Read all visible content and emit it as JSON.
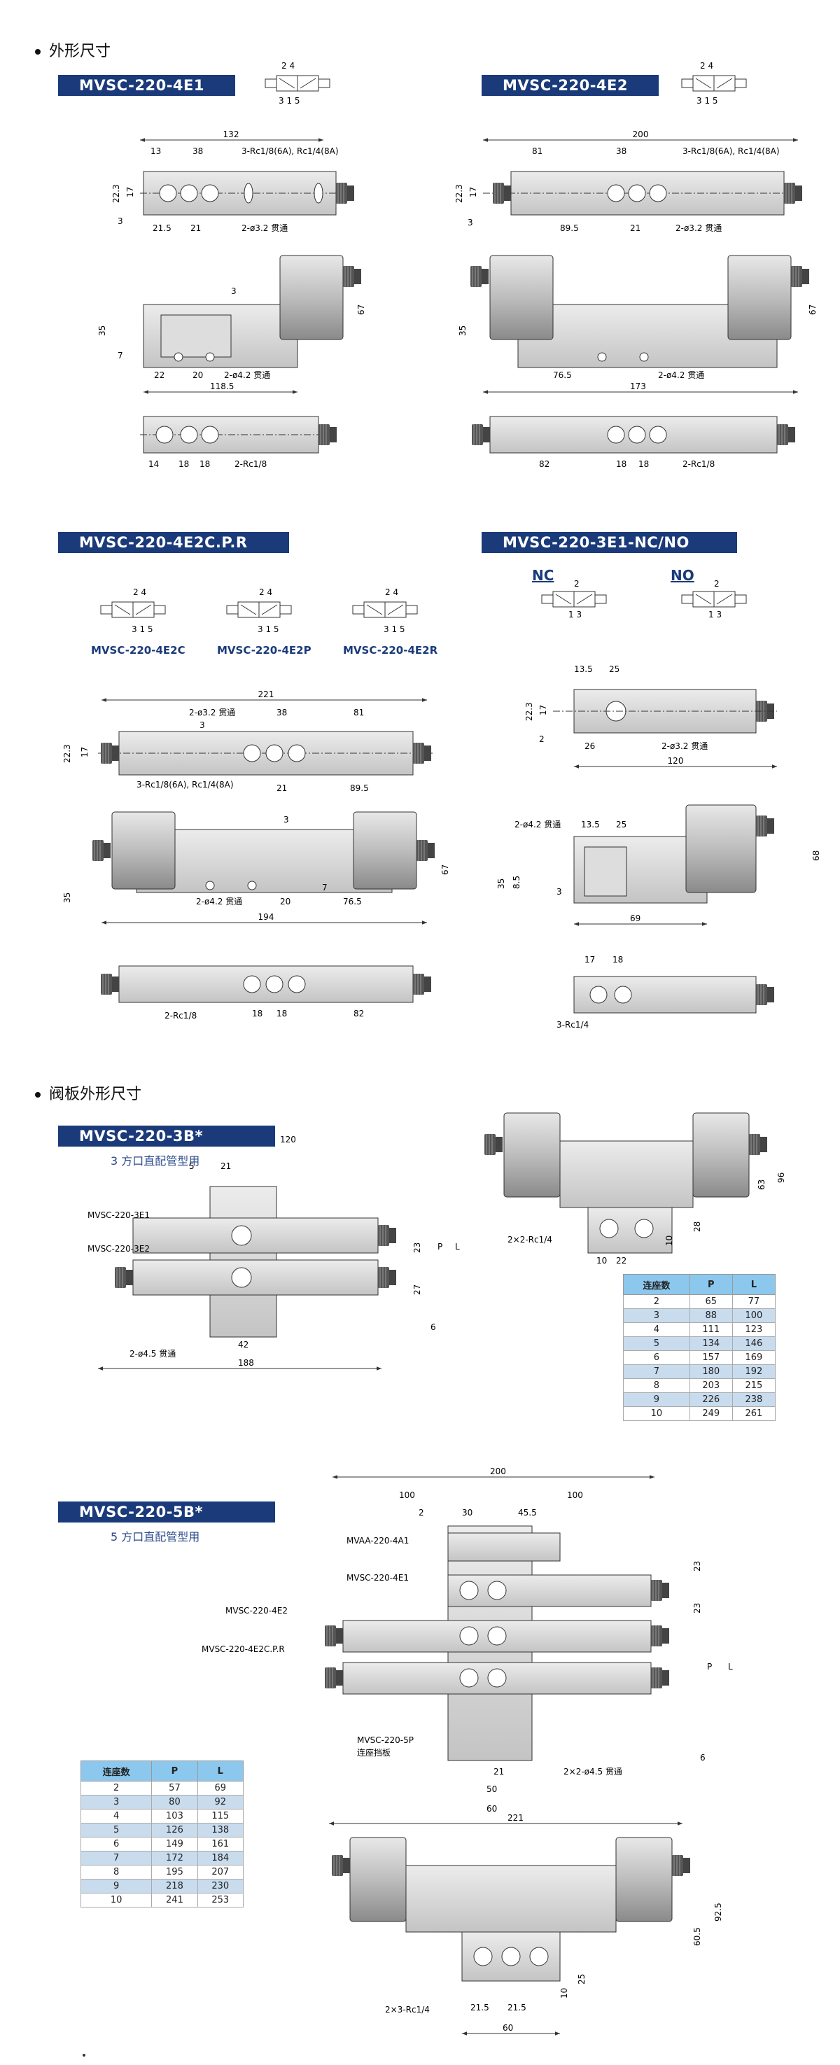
{
  "sections": {
    "outline": "外形尺寸",
    "manifold": "阀板外形尺寸"
  },
  "models": {
    "a": "MVSC-220-4E1",
    "b": "MVSC-220-4E2",
    "c": "MVSC-220-4E2C.P.R",
    "d": "MVSC-220-3E1-NC/NO",
    "c1": "MVSC-220-4E2C",
    "c2": "MVSC-220-4E2P",
    "c3": "MVSC-220-4E2R",
    "nc": "NC",
    "no": "NO",
    "m3": "MVSC-220-3B*",
    "m3sub": "3 方口直配管型用",
    "m5": "MVSC-220-5B*",
    "m5sub": "5 方口直配管型用"
  },
  "dims": {
    "a": {
      "d132": "132",
      "d13": "13",
      "d38": "38",
      "note": "3-Rc1/8(6A), Rc1/4(8A)",
      "d22_3": "22.3",
      "d17": "17",
      "d3": "3",
      "d21_5": "21.5",
      "d21": "21",
      "hole": "2-ø3.2 贯通",
      "d35": "35",
      "d67": "67",
      "d7": "7",
      "s3": "3",
      "d22": "22",
      "d20": "20",
      "hole2": "2-ø4.2 贯通",
      "d118_5": "118.5",
      "d14": "14",
      "d18a": "18",
      "d18b": "18",
      "port": "2-Rc1/8"
    },
    "b": {
      "d200": "200",
      "d81": "81",
      "d38": "38",
      "note": "3-Rc1/8(6A), Rc1/4(8A)",
      "d22_3": "22.3",
      "d17": "17",
      "d3": "3",
      "d89_5": "89.5",
      "d21": "21",
      "hole": "2-ø3.2 贯通",
      "d35": "35",
      "d67": "67",
      "d76_5": "76.5",
      "hole2": "2-ø4.2 贯通",
      "d173": "173",
      "d82": "82",
      "d18a": "18",
      "d18b": "18",
      "port": "2-Rc1/8"
    },
    "c": {
      "d221": "221",
      "hole": "2-ø3.2 贯通",
      "d38": "38",
      "d81": "81",
      "s3": "3",
      "d22_3": "22.3",
      "d17": "17",
      "note": "3-Rc1/8(6A), Rc1/4(8A)",
      "d21": "21",
      "d89_5": "89.5",
      "d35": "35",
      "d67": "67",
      "s3b": "3",
      "hole2": "2-ø4.2 贯通",
      "d20": "20",
      "d7": "7",
      "d76_5": "76.5",
      "d194": "194",
      "port": "2-Rc1/8",
      "d18a": "18",
      "d18b": "18",
      "d82": "82"
    },
    "d": {
      "d13_5": "13.5",
      "d25": "25",
      "d22_3": "22.3",
      "d17": "17",
      "d2": "2",
      "d26": "26",
      "hole": "2-ø3.2 贯通",
      "d120": "120",
      "hole2": "2-ø4.2 贯通",
      "d13_5b": "13.5",
      "d25b": "25",
      "d35": "35",
      "d8_5": "8.5",
      "d3": "3",
      "d69": "69",
      "d68": "68",
      "d17b": "17",
      "d18": "18",
      "port": "3-Rc1/4"
    },
    "m3": {
      "d120": "120",
      "d5": "5",
      "d21": "21",
      "v1": "MVSC-220-3E1",
      "v2": "MVSC-220-3E2",
      "d23": "23",
      "p": "P",
      "l": "L",
      "d27": "27",
      "d6": "6",
      "hole": "2-ø4.5 贯通",
      "d42": "42",
      "d188": "188",
      "d96": "96",
      "d63": "63",
      "d28": "28",
      "port": "2×2-Rc1/4",
      "d10": "10",
      "d10b": "10",
      "d22": "22"
    },
    "m5": {
      "d200": "200",
      "d100a": "100",
      "d100b": "100",
      "d2": "2",
      "d30": "30",
      "d45_5": "45.5",
      "v0": "MVAA-220-4A1",
      "v1": "MVSC-220-4E1",
      "v2": "MVSC-220-4E2",
      "v3": "MVSC-220-4E2C.P.R",
      "d23a": "23",
      "d23b": "23",
      "p": "P",
      "l": "L",
      "d6": "6",
      "plate": "MVSC-220-5P",
      "plate2": "连座挡板",
      "d21": "21",
      "hole": "2×2-ø4.5 贯通",
      "d50": "50",
      "d60": "60",
      "d221": "221",
      "d92_5": "92.5",
      "d60_5": "60.5",
      "d25": "25",
      "d10": "10",
      "port": "2×3-Rc1/4",
      "d21_5a": "21.5",
      "d21_5b": "21.5",
      "d60b": "60"
    }
  },
  "symbols": {
    "p24": "2  4",
    "p315": "3 1 5",
    "p2": "2",
    "p13": "1  3"
  },
  "table3": {
    "headers": [
      "连座数",
      "P",
      "L"
    ],
    "rows": [
      [
        "2",
        "65",
        "77"
      ],
      [
        "3",
        "88",
        "100"
      ],
      [
        "4",
        "111",
        "123"
      ],
      [
        "5",
        "134",
        "146"
      ],
      [
        "6",
        "157",
        "169"
      ],
      [
        "7",
        "180",
        "192"
      ],
      [
        "8",
        "203",
        "215"
      ],
      [
        "9",
        "226",
        "238"
      ],
      [
        "10",
        "249",
        "261"
      ]
    ]
  },
  "table5": {
    "headers": [
      "连座数",
      "P",
      "L"
    ],
    "rows": [
      [
        "2",
        "57",
        "69"
      ],
      [
        "3",
        "80",
        "92"
      ],
      [
        "4",
        "103",
        "115"
      ],
      [
        "5",
        "126",
        "138"
      ],
      [
        "6",
        "149",
        "161"
      ],
      [
        "7",
        "172",
        "184"
      ],
      [
        "8",
        "195",
        "207"
      ],
      [
        "9",
        "218",
        "230"
      ],
      [
        "10",
        "241",
        "253"
      ]
    ]
  },
  "colors": {
    "bar": "#1a3a7a",
    "tableHead": "#8cc8ee",
    "tableAlt": "#c8dcee",
    "bodyGrey": "#d0d0d0",
    "darkGrey": "#555555"
  }
}
